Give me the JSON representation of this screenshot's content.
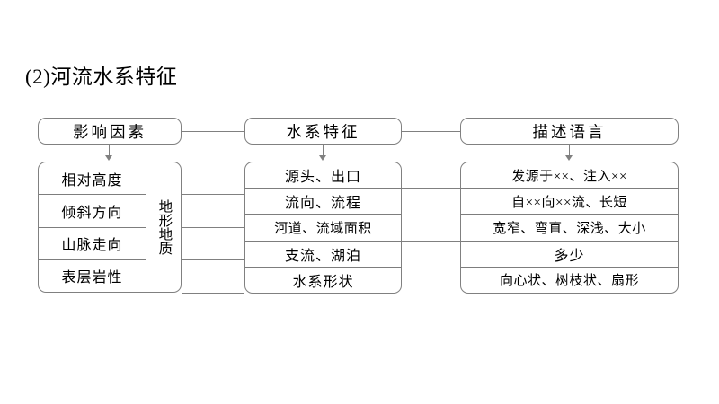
{
  "page": {
    "title": "(2)河流水系特征",
    "background_color": "#ffffff",
    "line_color": "#808080",
    "text_color": "#000000"
  },
  "diagram": {
    "type": "three-column-mapping-table",
    "headers": [
      {
        "id": "factors",
        "label": "影响因素"
      },
      {
        "id": "features",
        "label": "水系特征"
      },
      {
        "id": "language",
        "label": "描述语言"
      }
    ],
    "columns": {
      "factors": {
        "side_label": "地形地质",
        "rows": [
          "相对高度",
          "倾斜方向",
          "山脉走向",
          "表层岩性"
        ]
      },
      "features": {
        "rows": [
          "源头、出口",
          "流向、流程",
          "河道、流域面积",
          "支流、湖泊",
          "水系形状"
        ]
      },
      "language": {
        "rows": [
          "发源于××、注入××",
          "自××向××流、长短",
          "宽窄、弯直、深浅、大小",
          "多少",
          "向心状、树枝状、扇形"
        ]
      }
    }
  }
}
